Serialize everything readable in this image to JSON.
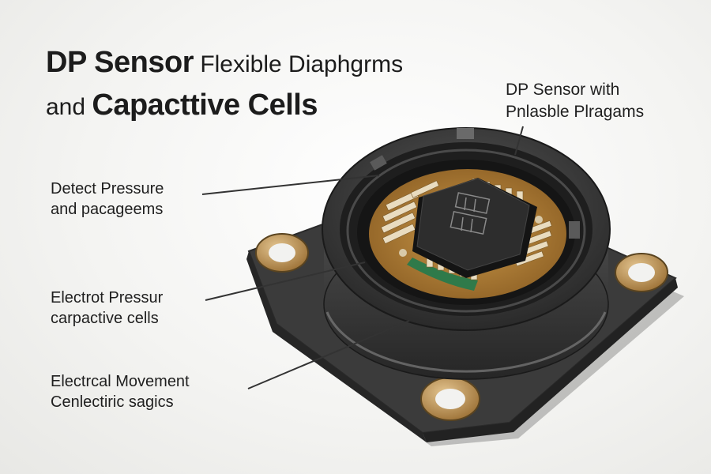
{
  "title": {
    "line1_bold": "DP Sensor",
    "line1_light": " Flexible Diaphgrms",
    "line2_light": "and ",
    "line2_bold": "Capacttive Cells"
  },
  "callouts": [
    {
      "id": "top-right",
      "line1": "DP Sensor with",
      "line2": "Pnlasble Plragams"
    },
    {
      "id": "detect",
      "line1": "Detect Pressure",
      "line2": "and pacageems"
    },
    {
      "id": "electrot",
      "line1": "Electrot Pressur",
      "line2": "carpactive cells"
    },
    {
      "id": "electrcal",
      "line1": "Electrcal Movement",
      "line2": "Cenlectiric sagics"
    }
  ],
  "colors": {
    "background": "#f4f4f2",
    "text": "#1f1f1f",
    "housing": "#3a3a3a",
    "pcb": "#b8853a",
    "chip": "#2b2b2b",
    "brass_hole": "#c9a063"
  }
}
